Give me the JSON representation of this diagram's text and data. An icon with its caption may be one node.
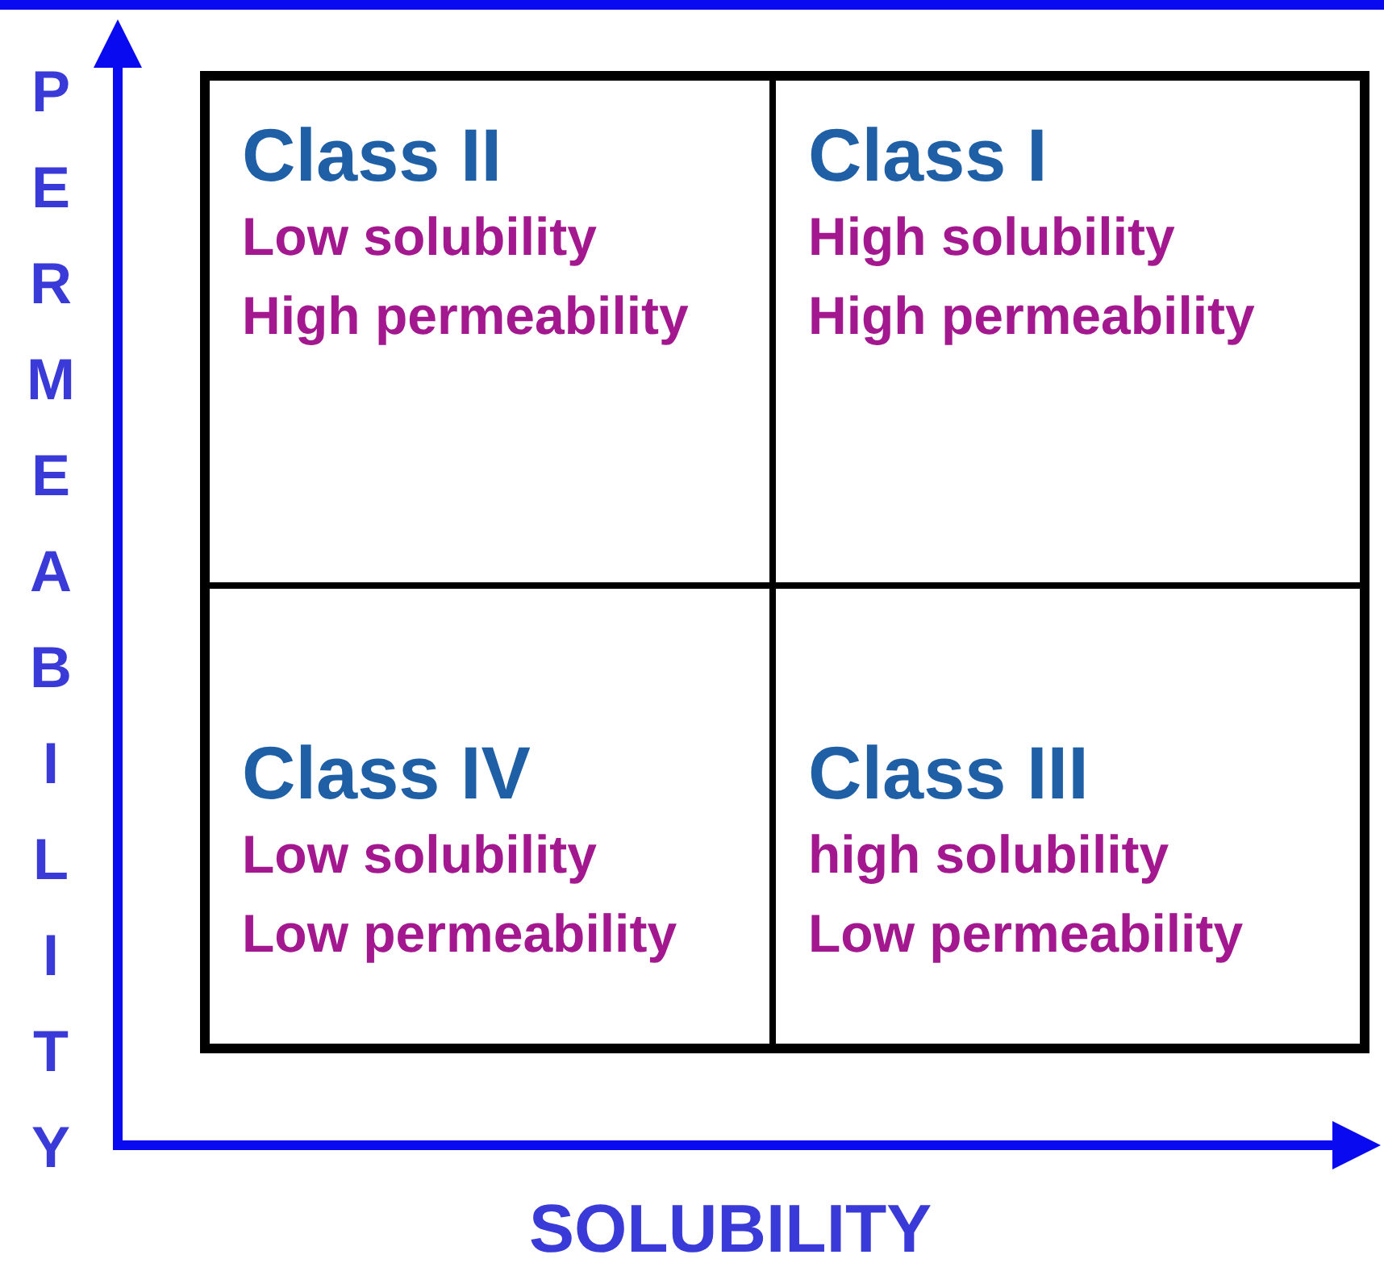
{
  "diagram": {
    "nodes": [
      {
        "text": [
          "Class II",
          "Low solubility",
          "High permeability"
        ]
      },
      {
        "text": [
          "Class I",
          "High solubility",
          "High permeability"
        ]
      },
      {
        "text": [
          "Class IV",
          "Low solubility",
          "Low permeability"
        ]
      },
      {
        "text": [
          "Class III",
          "high solubility",
          "Low permeability"
        ]
      }
    ],
    "edges": [],
    "labels": [
      "PERMEABILITY",
      "SOLUBILITY"
    ]
  }
}
